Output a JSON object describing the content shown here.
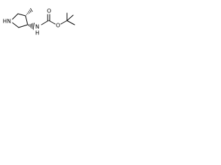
{
  "molecule": {
    "atoms": {
      "ring_nitrogen": "N",
      "ring_nitrogen_h": "H",
      "amine_nitrogen": "N",
      "amine_nitrogen_h": "H",
      "carbonyl_oxygen": "O",
      "ester_oxygen": "O"
    },
    "colors": {
      "ink": "#000000",
      "background": "#ffffff"
    }
  }
}
